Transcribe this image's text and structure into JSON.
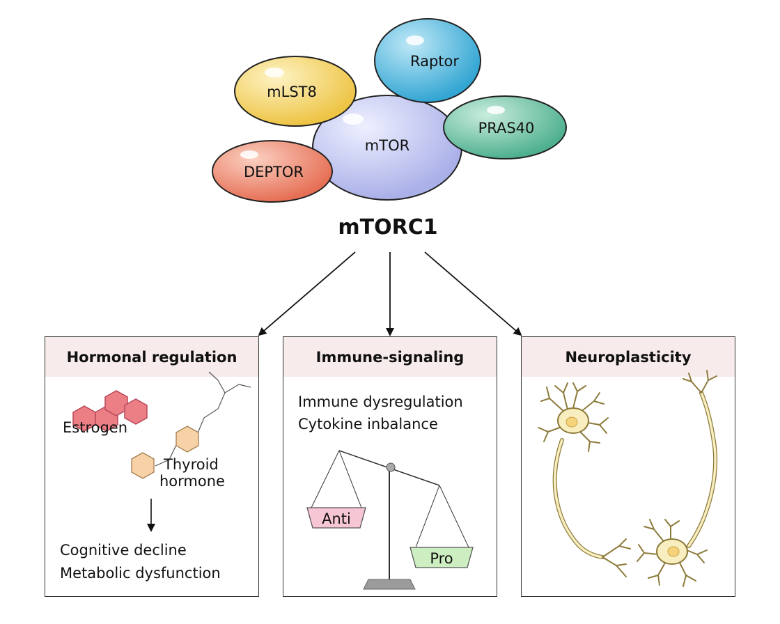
{
  "complex": {
    "title": "mTORC1",
    "proteins": {
      "mtor": "mTOR",
      "raptor": "Raptor",
      "mlst8": "mLST8",
      "pras40": "PRAS40",
      "deptor": "DEPTOR"
    }
  },
  "panels": {
    "hormonal": {
      "title": "Hormonal regulation",
      "estrogen": "Estrogen",
      "thyroid_line1": "Thyroid",
      "thyroid_line2": "hormone",
      "outcome_line1": "Cognitive decline",
      "outcome_line2": "Metabolic dysfunction"
    },
    "immune": {
      "title": "Immune-signaling",
      "line1": "Immune dysregulation",
      "line2": "Cytokine inbalance",
      "anti": "Anti",
      "pro": "Pro"
    },
    "neuro": {
      "title": "Neuroplasticity"
    }
  },
  "colors": {
    "mtor": "#c4c8f0",
    "raptor": "#4fb6dc",
    "mlst8": "#f3d35a",
    "pras40": "#6cc3a6",
    "deptor": "#ee8a70",
    "estrogen": "#ec7e86",
    "thyroid": "#f7d2a6",
    "anti": "#f7c6d4",
    "pro": "#cdeec0",
    "panel_header": "#f7ebeb",
    "neuron": "#f8eebf"
  }
}
